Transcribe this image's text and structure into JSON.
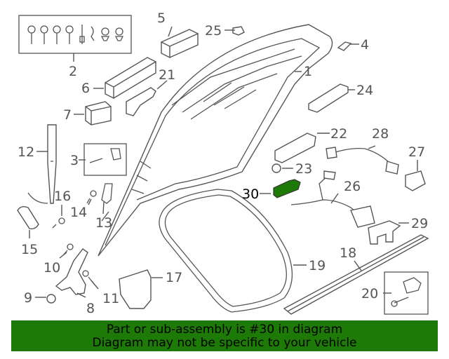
{
  "diagram": {
    "highlighted_part": "30",
    "callouts": [
      "1",
      "2",
      "3",
      "4",
      "5",
      "6",
      "7",
      "8",
      "9",
      "10",
      "11",
      "12",
      "13",
      "14",
      "15",
      "16",
      "17",
      "18",
      "19",
      "20",
      "21",
      "22",
      "23",
      "24",
      "25",
      "26",
      "27",
      "28",
      "29",
      "30"
    ],
    "highlight_color": "#1e7a07",
    "line_color": "#555555"
  },
  "banner": {
    "line1": "Part or sub-assembly is #30 in diagram",
    "line2": "Diagram may not be specific to your vehicle"
  }
}
